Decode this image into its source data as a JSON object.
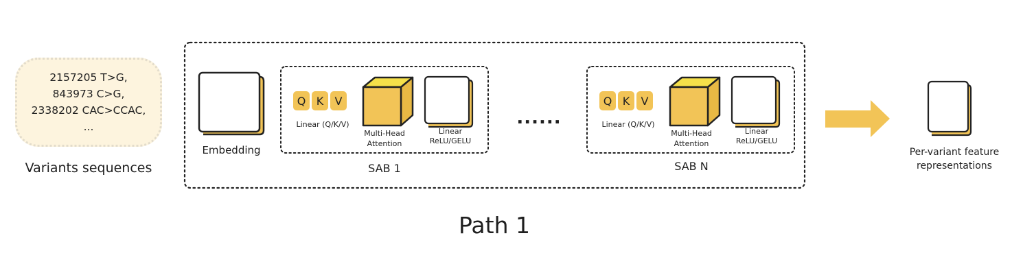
{
  "input": {
    "lines": [
      "2157205 T>G,",
      "843973 C>G,",
      "2338202 CAC>CCAC,",
      "..."
    ],
    "label": "Variants sequences"
  },
  "embedding": {
    "label": "Embedding"
  },
  "sab_blocks": [
    {
      "chips": [
        "Q",
        "K",
        "V"
      ],
      "linear_qkv_label": "Linear (Q/K/V)",
      "attention_label": [
        "Multi-Head",
        "Attention"
      ],
      "ffn_label": [
        "Linear",
        "ReLU/GELU"
      ],
      "title": "SAB 1"
    },
    {
      "chips": [
        "Q",
        "K",
        "V"
      ],
      "linear_qkv_label": "Linear (Q/K/V)",
      "attention_label": [
        "Multi-Head",
        "Attention"
      ],
      "ffn_label": [
        "Linear",
        "ReLU/GELU"
      ],
      "title": "SAB N"
    }
  ],
  "ellipsis": "......",
  "output": {
    "label": [
      "Per-variant feature",
      "representations"
    ]
  },
  "path_title": "Path 1",
  "colors": {
    "accent": "#f2c457",
    "accent_top": "#f5e04a",
    "input_fill": "#fdf4de",
    "stroke": "#222222"
  }
}
